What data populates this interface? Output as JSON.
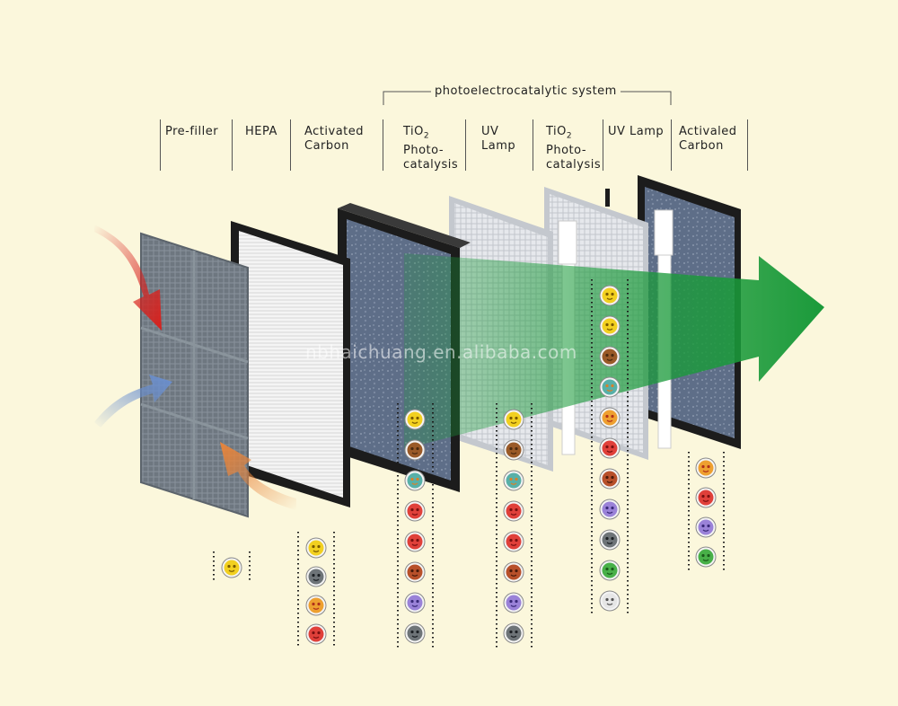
{
  "system_title": "photoelectrocatalytic system",
  "stages": [
    {
      "key": "prefilter",
      "lines": [
        "Pre-filler"
      ]
    },
    {
      "key": "hepa",
      "lines": [
        "HEPA"
      ]
    },
    {
      "key": "activated-carbon",
      "lines": [
        "Activated",
        "Carbon"
      ]
    },
    {
      "key": "tio2-photocatalysis-1",
      "lines": [
        "TiO2",
        "Photo-",
        "catalysis"
      ]
    },
    {
      "key": "uv-lamp-1",
      "lines": [
        "UV",
        "Lamp"
      ]
    },
    {
      "key": "tio2-photocatalysis-2",
      "lines": [
        "TiO2",
        "Photo-",
        "catalysis"
      ]
    },
    {
      "key": "uv-lamp-2",
      "lines": [
        "UV Lamp"
      ]
    },
    {
      "key": "activaled-carbon",
      "lines": [
        "Activaled",
        "Carbon"
      ]
    }
  ],
  "watermark": "nbhaichuang.en.alibaba.com",
  "colors": {
    "background": "#fbf7dc",
    "arrow_green": "#1a9a3a",
    "arrow_red": "#d8201c",
    "arrow_blue": "#6a8fd0",
    "arrow_orange": "#e8843a",
    "frame": "#1c1c1c",
    "filter_gray": "#6e7780"
  },
  "germs": {
    "prefilter": [
      "yellow"
    ],
    "activated-carbon": [
      "yellow",
      "gray",
      "orange",
      "red"
    ],
    "tio2-photocatalysis-1": [
      "yellow",
      "brown",
      "teal",
      "red",
      "red",
      "rust",
      "purple",
      "gray"
    ],
    "uv-lamp-1": [
      "yellow",
      "brown",
      "teal",
      "red",
      "red",
      "rust",
      "purple",
      "gray"
    ],
    "uv-lamp-2": [
      "yellow",
      "yellow",
      "brown",
      "teal",
      "orange",
      "red",
      "rust",
      "purple",
      "gray",
      "green",
      "white"
    ],
    "activaled-carbon": [
      "orange",
      "red",
      "purple",
      "green"
    ]
  }
}
